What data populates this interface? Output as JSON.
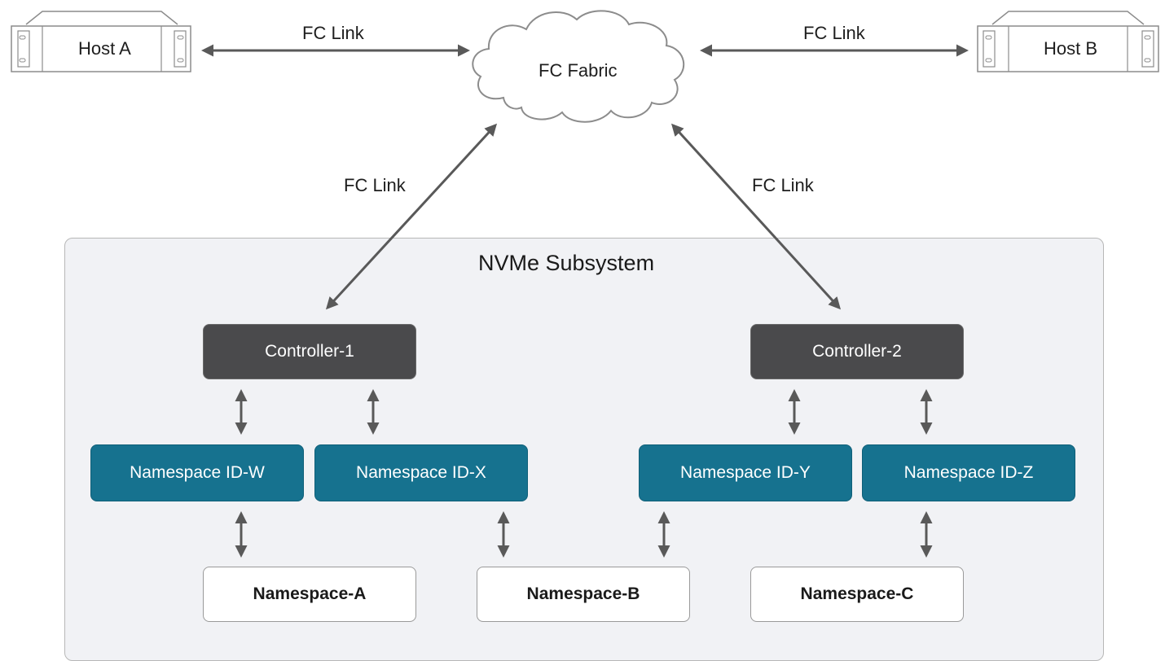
{
  "hosts": [
    {
      "label": "Host A"
    },
    {
      "label": "Host B"
    }
  ],
  "fabric": {
    "label": "FC Fabric"
  },
  "links": {
    "host_a": "FC Link",
    "host_b": "FC Link",
    "controller_1": "FC Link",
    "controller_2": "FC Link"
  },
  "subsystem": {
    "title": "NVMe Subsystem"
  },
  "controllers": [
    {
      "label": "Controller-1"
    },
    {
      "label": "Controller-2"
    }
  ],
  "namespace_ids": [
    {
      "label": "Namespace ID-W"
    },
    {
      "label": "Namespace ID-X"
    },
    {
      "label": "Namespace ID-Y"
    },
    {
      "label": "Namespace ID-Z"
    }
  ],
  "namespaces": [
    {
      "label": "Namespace-A"
    },
    {
      "label": "Namespace-B"
    },
    {
      "label": "Namespace-C"
    }
  ],
  "colors": {
    "controller": "#4a4a4c",
    "namespace_id": "#16728f",
    "namespace": "#ffffff",
    "arrow": "#595959",
    "subsystem_bg": "#f1f2f5"
  }
}
